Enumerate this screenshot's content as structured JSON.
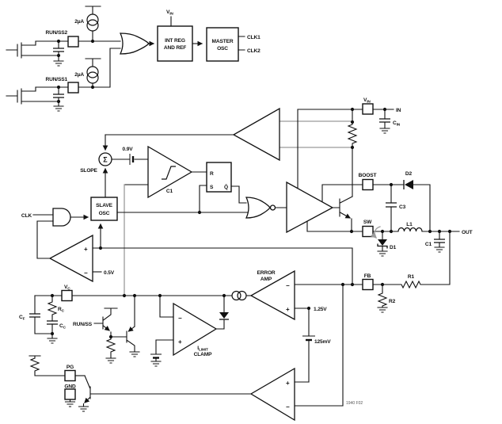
{
  "note": "1940 F02",
  "signs": {
    "plus": "+",
    "minus": "−"
  },
  "colors": {
    "wire": "#111111",
    "highlight_gray": "#9b9b9b",
    "background": "#ffffff"
  },
  "softstart": {
    "run_ss2": "RUN/SS2",
    "run_ss1": "RUN/SS1",
    "i_bias_1": "2µA",
    "i_bias_2": "2µA"
  },
  "top_blocks": {
    "vin": {
      "main": "V",
      "sub": "IN"
    },
    "int_reg": [
      "INT REG",
      "AND REF"
    ],
    "master_osc": [
      "MASTER",
      "OSC"
    ],
    "clk1": "CLK1",
    "clk2": "CLK2"
  },
  "vin_input": {
    "pin": {
      "main": "V",
      "sub": "IN"
    },
    "net": "IN",
    "cap": {
      "main": "C",
      "sub": "IN"
    }
  },
  "modulator": {
    "slope": "SLOPE",
    "sigma": "Σ",
    "offset": "0.9V",
    "comparator": "C1",
    "latch": {
      "r": "R",
      "s": "S",
      "qbar": "Q̄"
    },
    "slave_osc": [
      "SLAVE",
      "OSC"
    ],
    "clk": "CLK",
    "threshold": "0.5V"
  },
  "power": {
    "boost": "BOOST",
    "d2": "D2",
    "c3": "C3",
    "sw": "SW",
    "l1": "L1",
    "d1": "D1",
    "c1": "C1",
    "out": "OUT"
  },
  "feedback": {
    "fb": "FB",
    "r1": "R1",
    "r2": "R2",
    "vref": "1.25V",
    "pg_offset": "125mV"
  },
  "error_amp": [
    "ERROR",
    "AMP"
  ],
  "ilimit_clamp": {
    "i": {
      "main": "I",
      "sub": "LIMIT"
    },
    "line2": "CLAMP"
  },
  "compensation": {
    "vc": {
      "main": "V",
      "sub": "C"
    },
    "cf": {
      "main": "C",
      "sub": "F"
    },
    "rc": {
      "main": "R",
      "sub": "C"
    },
    "cc": {
      "main": "C",
      "sub": "C"
    },
    "run_ss": "RUN/SS"
  },
  "pg": {
    "pg": "PG",
    "gnd": "GND"
  }
}
